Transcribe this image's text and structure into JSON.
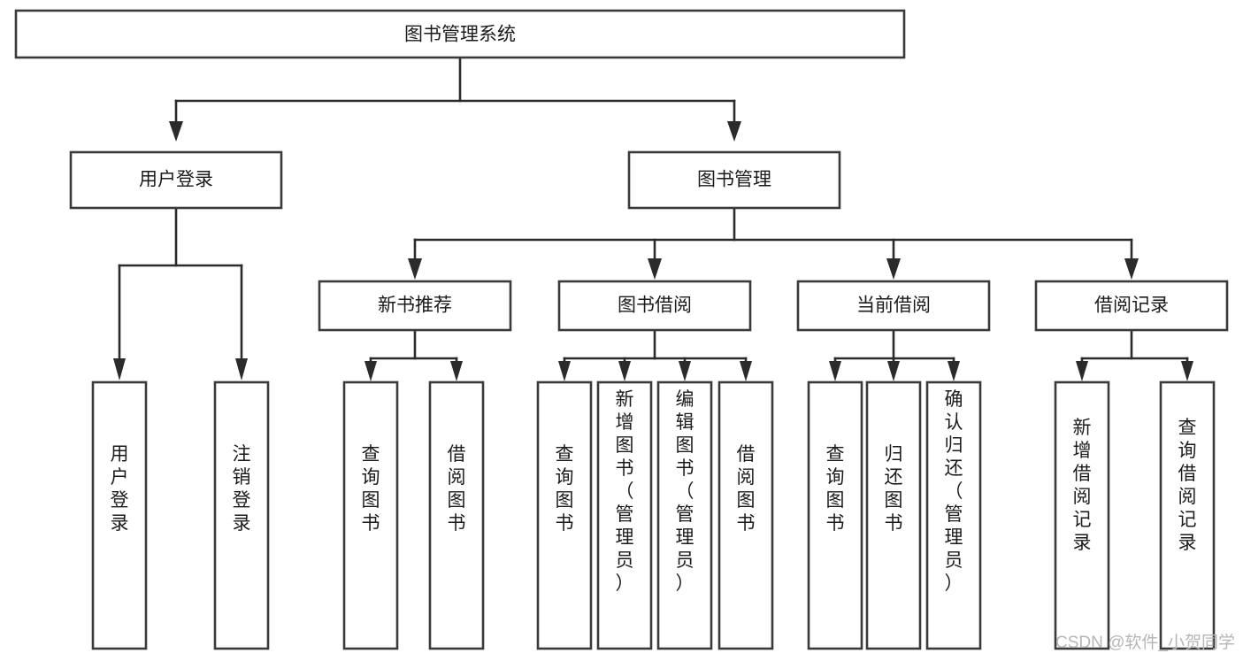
{
  "diagram": {
    "title": "图书管理系统",
    "type": "hierarchy-tree",
    "orientation": "top-down",
    "levels": 4,
    "root": {
      "id": "root",
      "label": "图书管理系统",
      "text_direction": "horizontal"
    },
    "level2": [
      {
        "id": "user-login",
        "label": "用户登录",
        "text_direction": "horizontal"
      },
      {
        "id": "book-management",
        "label": "图书管理",
        "text_direction": "horizontal"
      }
    ],
    "level3": [
      {
        "id": "new-book-recommend",
        "label": "新书推荐",
        "parent": "book-management",
        "text_direction": "horizontal"
      },
      {
        "id": "book-borrow",
        "label": "图书借阅",
        "parent": "book-management",
        "text_direction": "horizontal"
      },
      {
        "id": "current-borrow",
        "label": "当前借阅",
        "parent": "book-management",
        "text_direction": "horizontal"
      },
      {
        "id": "borrow-record",
        "label": "借阅记录",
        "parent": "book-management",
        "text_direction": "horizontal"
      }
    ],
    "leaves": [
      {
        "id": "leaf-user-login",
        "label": "用户登录",
        "parent": "user-login",
        "text_direction": "vertical"
      },
      {
        "id": "leaf-logout",
        "label": "注销登录",
        "parent": "user-login",
        "text_direction": "vertical"
      },
      {
        "id": "leaf-query-book-1",
        "label": "查询图书",
        "parent": "new-book-recommend",
        "text_direction": "vertical"
      },
      {
        "id": "leaf-borrow-book-1",
        "label": "借阅图书",
        "parent": "new-book-recommend",
        "text_direction": "vertical"
      },
      {
        "id": "leaf-query-book-2",
        "label": "查询图书",
        "parent": "book-borrow",
        "text_direction": "vertical"
      },
      {
        "id": "leaf-add-book",
        "label": "新增图书（管理员）",
        "parent": "book-borrow",
        "text_direction": "vertical"
      },
      {
        "id": "leaf-edit-book",
        "label": "编辑图书（管理员）",
        "parent": "book-borrow",
        "text_direction": "vertical"
      },
      {
        "id": "leaf-borrow-book-2",
        "label": "借阅图书",
        "parent": "book-borrow",
        "text_direction": "vertical"
      },
      {
        "id": "leaf-query-book-3",
        "label": "查询图书",
        "parent": "current-borrow",
        "text_direction": "vertical"
      },
      {
        "id": "leaf-return-book",
        "label": "归还图书",
        "parent": "current-borrow",
        "text_direction": "vertical"
      },
      {
        "id": "leaf-confirm-return",
        "label": "确认归还（管理员）",
        "parent": "current-borrow",
        "text_direction": "vertical"
      },
      {
        "id": "leaf-add-record",
        "label": "新增借阅记录",
        "parent": "borrow-record",
        "text_direction": "vertical"
      },
      {
        "id": "leaf-query-record",
        "label": "查询借阅记录",
        "parent": "borrow-record",
        "text_direction": "vertical"
      }
    ],
    "colors": {
      "box_stroke": "#3a3a3a",
      "box_fill": "#ffffff",
      "connector": "#2b2b2b",
      "text": "#1b1b1b",
      "background": "#ffffff",
      "watermark": "#b6b6b6"
    }
  },
  "watermark": {
    "text": "CSDN @软件_小贺同学"
  }
}
